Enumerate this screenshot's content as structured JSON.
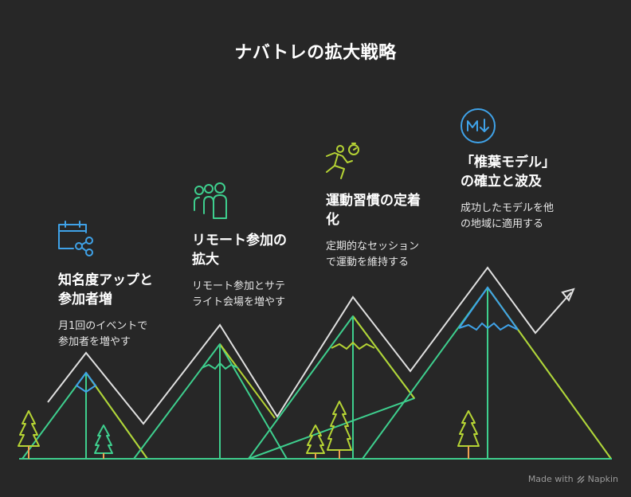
{
  "title": "ナバトレの拡大戦略",
  "steps": [
    {
      "icon": "calendar-share-icon",
      "heading_line1": "知名度アップと",
      "heading_line2": "参加者増",
      "desc_line1": "月1回のイベントで",
      "desc_line2": "参加者を増やす"
    },
    {
      "icon": "group-people-icon",
      "heading_line1": "リモート参加の",
      "heading_line2": "拡大",
      "desc_line1": "リモート参加とサテ",
      "desc_line2": "ライト会場を増やす"
    },
    {
      "icon": "running-timer-icon",
      "heading_line1": "運動習慣の定着",
      "heading_line2": "化",
      "desc_line1": "定期的なセッション",
      "desc_line2": "で運動を維持する"
    },
    {
      "icon": "markdown-down-icon",
      "heading_line1": "「椎葉モデル」",
      "heading_line2": "の確立と波及",
      "desc_line1": "成功したモデルを他",
      "desc_line2": "の地域に適用する"
    }
  ],
  "footer": {
    "made_with": "Made with",
    "brand": "Napkin"
  },
  "colors": {
    "background": "#272727",
    "mountain_green": "#3ecf8e",
    "mountain_lime": "#b5d334",
    "peak_blue": "#3fa2e8",
    "icon_blue": "#3fa2e8",
    "icon_green": "#3ecf8e",
    "icon_lime": "#b5d334",
    "trend_line": "#e0e0e0"
  }
}
